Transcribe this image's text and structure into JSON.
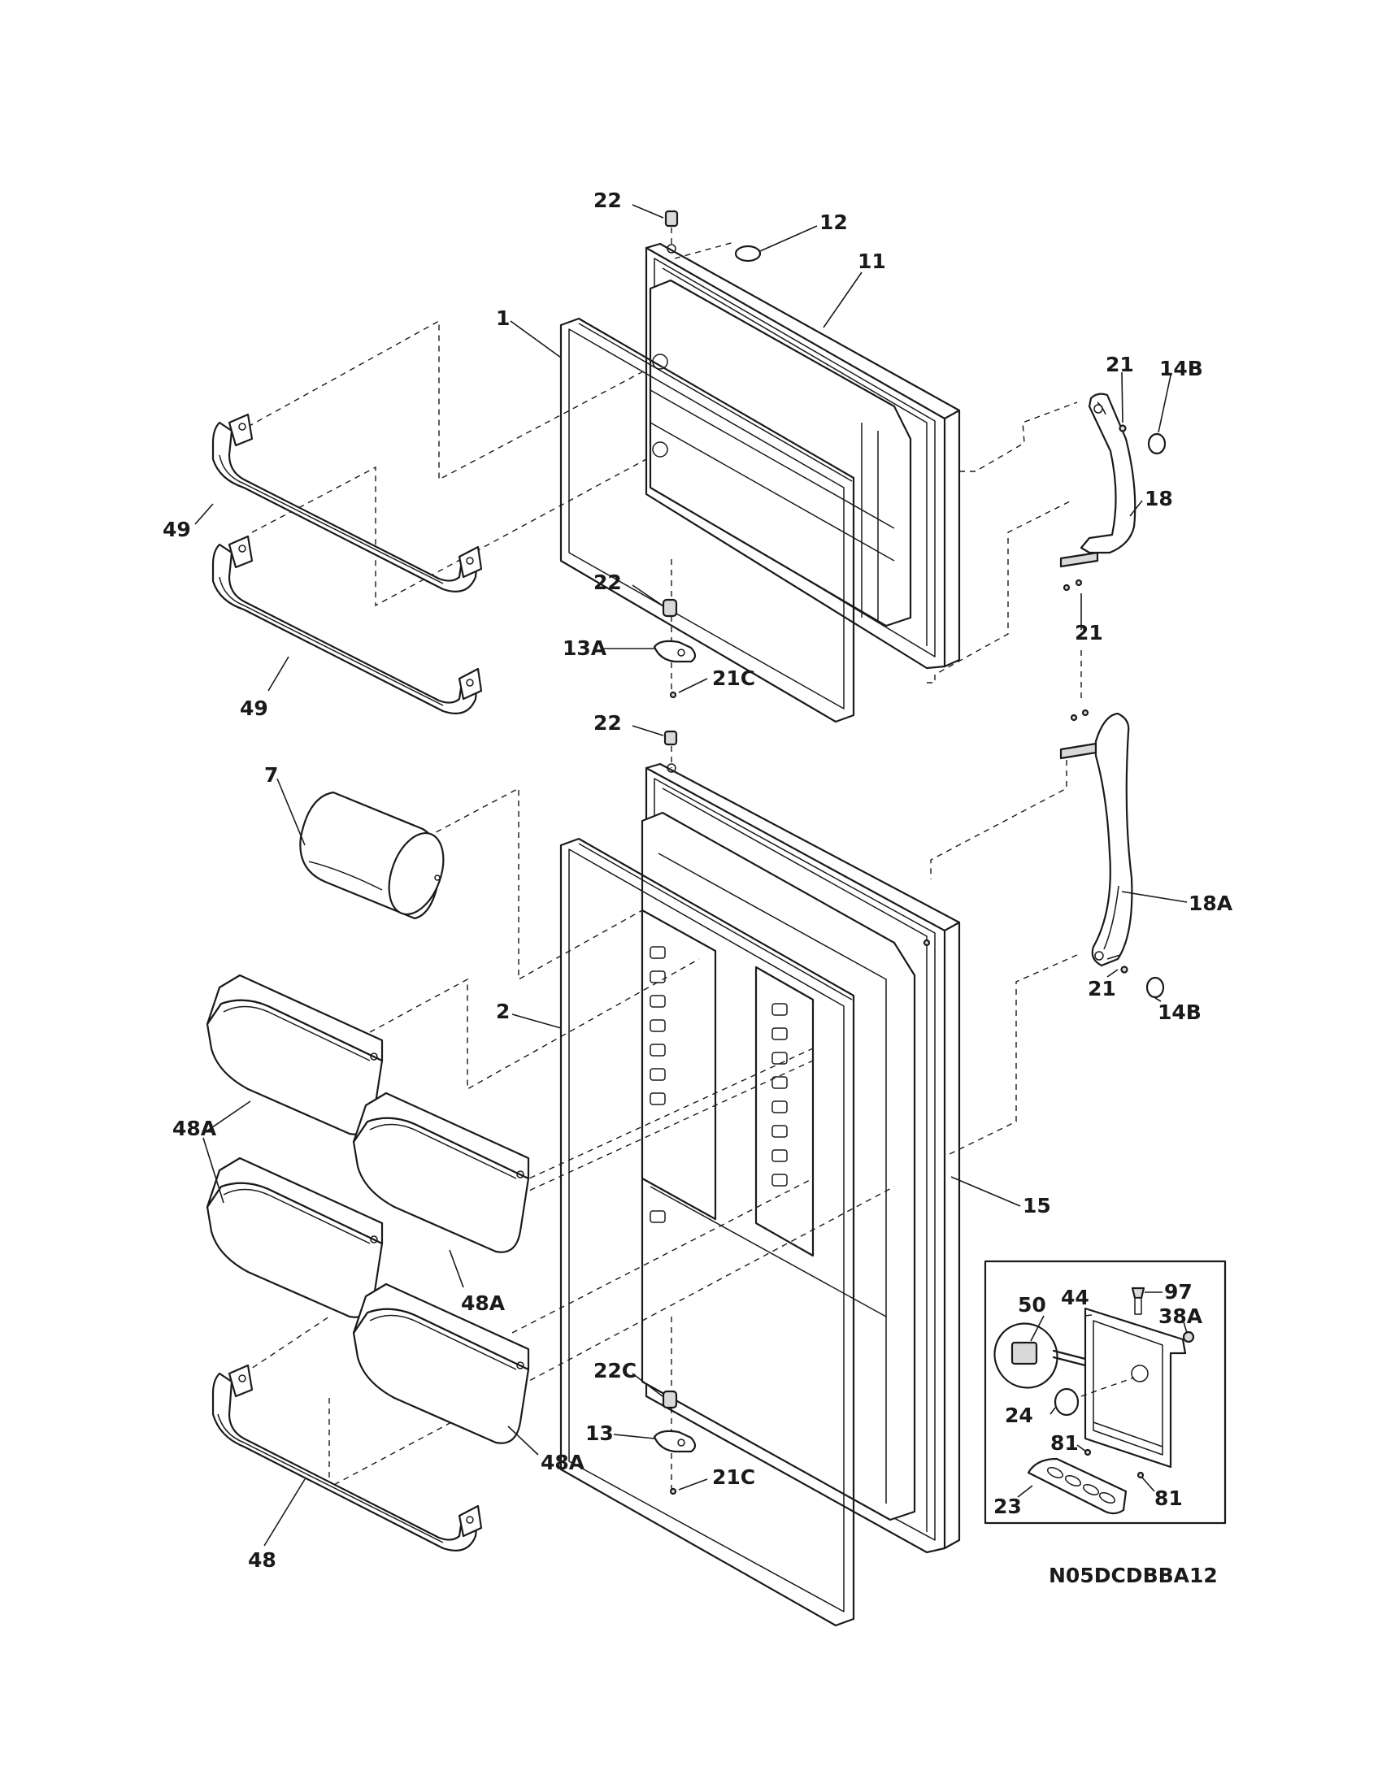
{
  "callouts": {
    "c22_top": "22",
    "c12": "12",
    "c11": "11",
    "c1": "1",
    "c21_a": "21",
    "c14b_a": "14B",
    "c18": "18",
    "c49_a": "49",
    "c49_b": "49",
    "c22_mid": "22",
    "c13a": "13A",
    "c21c_a": "21C",
    "c21_b": "21",
    "c22_low": "22",
    "c7": "7",
    "c18a": "18A",
    "c2": "2",
    "c21_c": "21",
    "c14b_b": "14B",
    "c48a_a": "48A",
    "c48a_b": "48A",
    "c15": "15",
    "c50": "50",
    "c44": "44",
    "c97": "97",
    "c38a": "38A",
    "c24": "24",
    "c22c": "22C",
    "c13": "13",
    "c21c_b": "21C",
    "c48a_c": "48A",
    "c81_a": "81",
    "c81_b": "81",
    "c23": "23",
    "c48": "48"
  },
  "diagram_code": "N05DCDBBA12"
}
